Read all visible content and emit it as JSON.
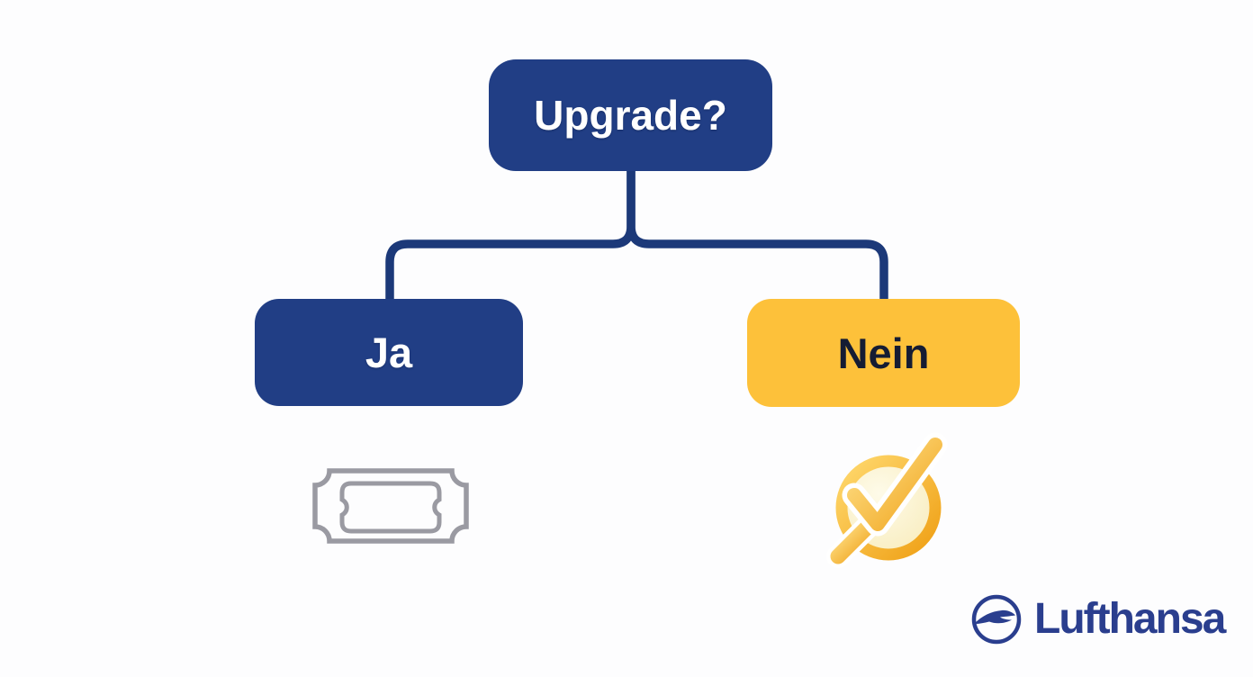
{
  "diagram": {
    "type": "decision-tree",
    "root": {
      "label": "Upgrade?"
    },
    "branches": [
      {
        "label": "Ja",
        "icon": "ticket-icon"
      },
      {
        "label": "Nein",
        "icon": "checkmark-icon"
      }
    ]
  },
  "branding": {
    "logo_text": "Lufthansa",
    "logo_icon": "lufthansa-crane-icon"
  },
  "colors": {
    "background": "#FDFDFE",
    "navy": "#213E85",
    "connector": "#1C3979",
    "yellow": "#FDC13A",
    "nein_text": "#151C33",
    "box_text": "#FFFFFF",
    "ticket_gray": "#9A9AA2",
    "logo_blue": "#2A3E8E",
    "gold_fill": "#FBF3CF"
  }
}
